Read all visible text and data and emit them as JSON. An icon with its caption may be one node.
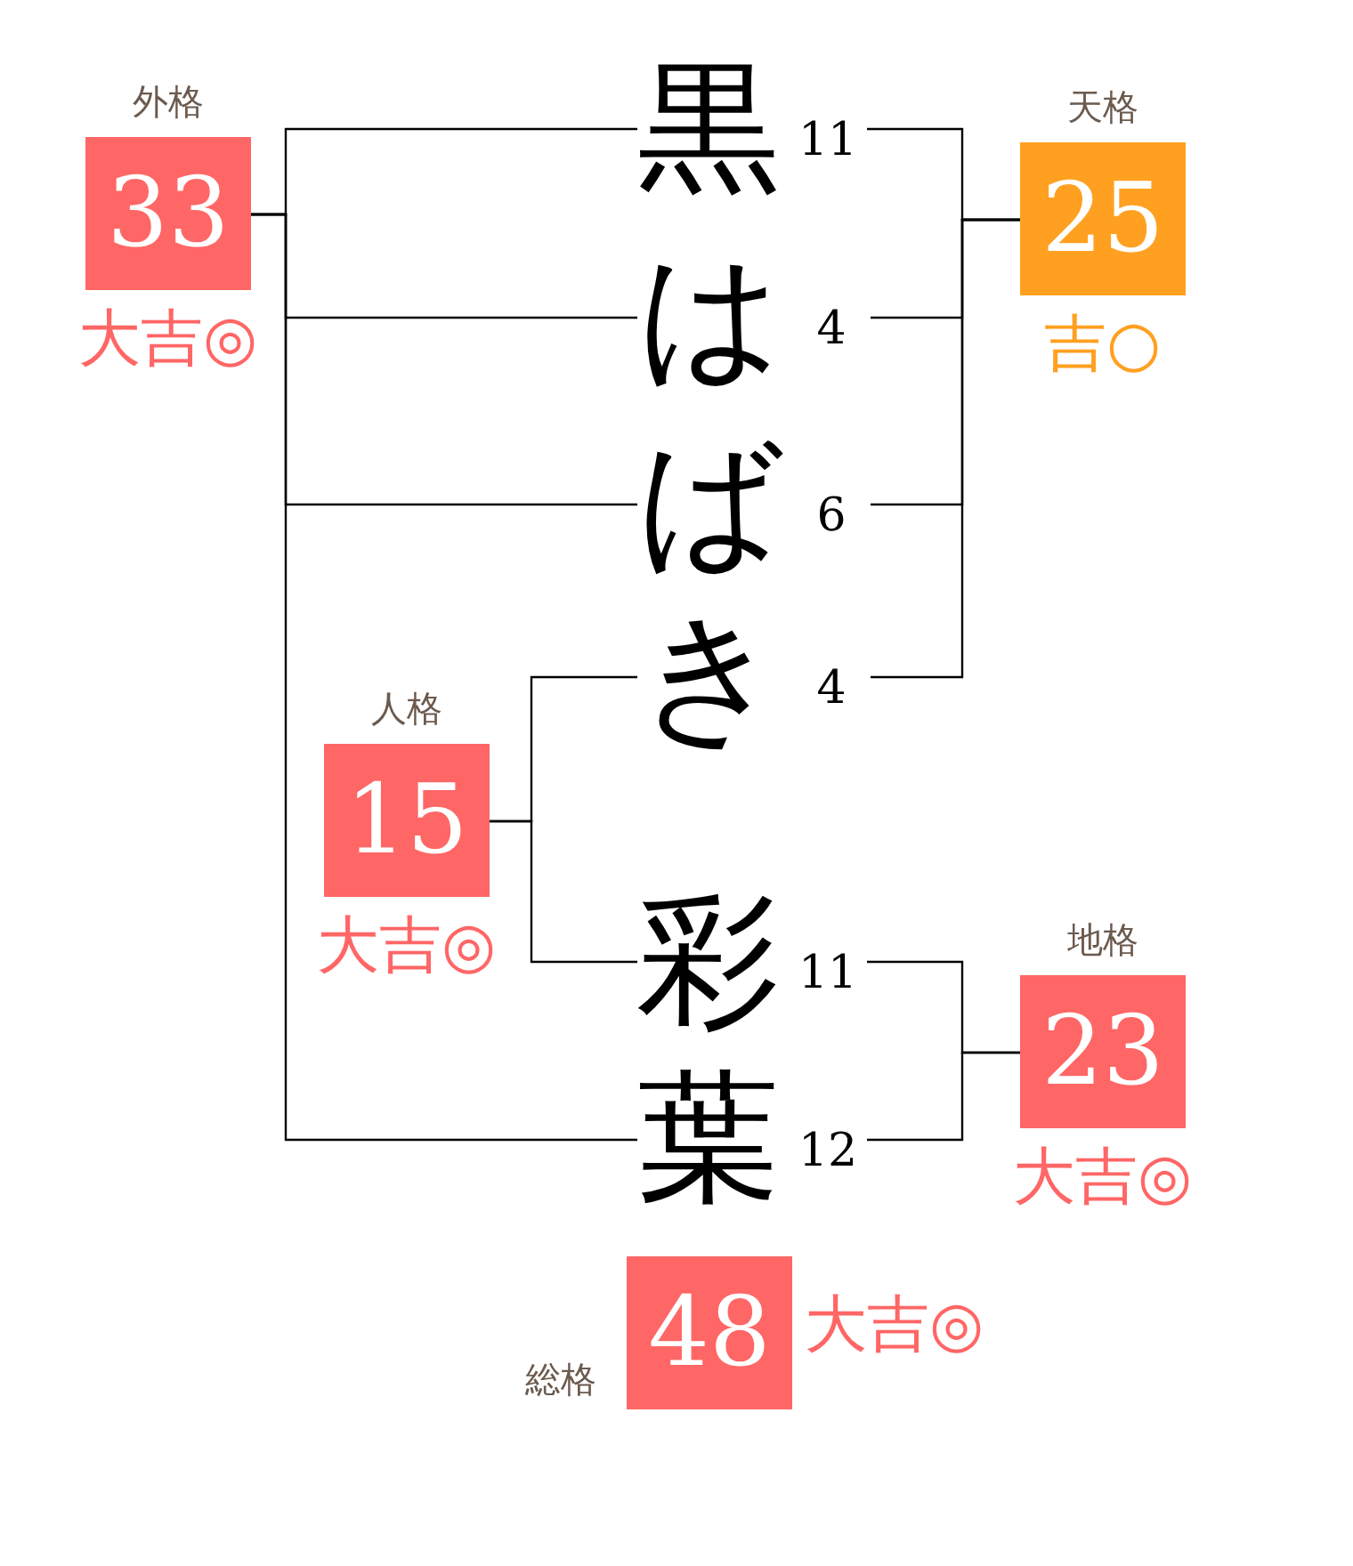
{
  "diagram": {
    "nodes": [
      {
        "text": [
          "外格",
          "33"
        ],
        "beside": [
          "大吉◎"
        ]
      },
      {
        "text": [
          "黒"
        ],
        "beside": [
          "11"
        ]
      },
      {
        "text": [
          "天格",
          "25"
        ],
        "beside": [
          "吉○"
        ]
      },
      {
        "text": [
          "は"
        ],
        "beside": [
          "4"
        ]
      },
      {
        "text": [
          "ば"
        ],
        "beside": [
          "6"
        ]
      },
      {
        "text": [
          "き"
        ],
        "beside": [
          "4"
        ]
      },
      {
        "text": [
          "人格",
          "15"
        ],
        "beside": [
          "大吉◎"
        ]
      },
      {
        "text": [
          "彩"
        ],
        "beside": [
          "11"
        ]
      },
      {
        "text": [
          "地格",
          "23"
        ],
        "beside": [
          "大吉◎"
        ]
      },
      {
        "text": [
          "葉"
        ],
        "beside": [
          "12"
        ]
      },
      {
        "text": [
          "総格",
          "48"
        ],
        "beside": [
          "大吉◎"
        ]
      }
    ],
    "edges": [
      {
        "from": 0,
        "to": 1,
        "arrow": "none"
      },
      {
        "from": 0,
        "to": 3,
        "arrow": "none"
      },
      {
        "from": 0,
        "to": 4,
        "arrow": "none"
      },
      {
        "from": 0,
        "to": 9,
        "arrow": "none"
      },
      {
        "from": 2,
        "to": 1,
        "arrow": "none"
      },
      {
        "from": 2,
        "to": 3,
        "arrow": "none"
      },
      {
        "from": 2,
        "to": 4,
        "arrow": "none"
      },
      {
        "from": 2,
        "to": 5,
        "arrow": "none"
      },
      {
        "from": 6,
        "to": 5,
        "arrow": "none"
      },
      {
        "from": 6,
        "to": 7,
        "arrow": "none"
      },
      {
        "from": 8,
        "to": 7,
        "arrow": "none"
      },
      {
        "from": 8,
        "to": 9,
        "arrow": "none"
      }
    ]
  }
}
